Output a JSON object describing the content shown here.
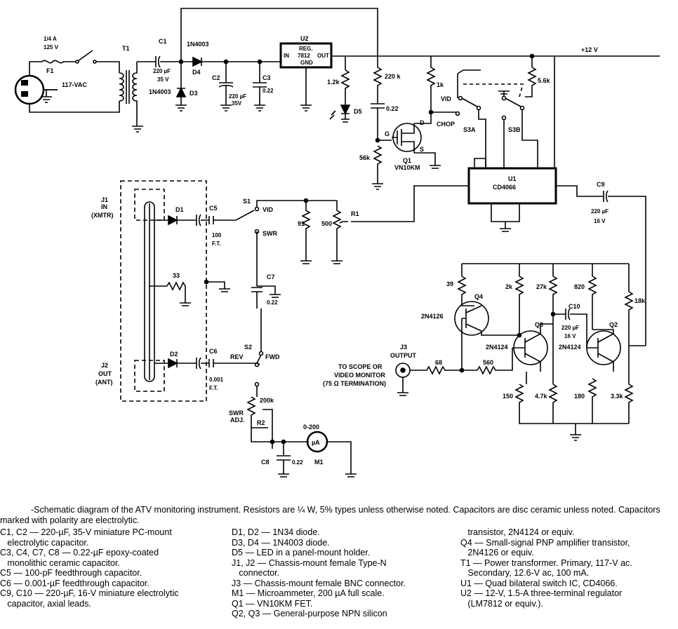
{
  "labels": {
    "fuse_rating1": "1/4 A",
    "fuse_rating2": "125 V",
    "fuse": "F1",
    "mains": "117-VAC",
    "transformer": "T1",
    "c1": "C1",
    "c1_val": "220 µF",
    "c1_v": "35 V",
    "d4_part": "1N4003",
    "d4": "D4",
    "d3_part": "1N4003",
    "d3": "D3",
    "c2": "C2",
    "c2_val": "220 µF",
    "c2_v": "35V",
    "c3": "C3",
    "c3_val": "0.22",
    "u2": "U2",
    "u2_reg": "REG.",
    "u2_in": "IN",
    "u2_part": "7812",
    "u2_out": "OUT",
    "u2_gnd": "GND",
    "r_1k2": "1.2k",
    "d5": "D5",
    "r_220k": "220 k",
    "c_022": "0.22",
    "r_56k": "56k",
    "g": "G",
    "d": "D",
    "s": "S",
    "q1": "Q1",
    "q1_part": "VN10KM",
    "r_1k": "1k",
    "vid": "VID",
    "chop": "CHOP",
    "s3a": "S3A",
    "s3b": "S3B",
    "r_5k6": "5.6k",
    "plus12": "+12 V",
    "u1": "U1",
    "u1_part": "CD4066",
    "c9": "C9",
    "c9_val": "220 µF",
    "c9_v": "16 V",
    "j1": "J1",
    "j1_in": "IN",
    "j1_x": "(XMTR)",
    "d1": "D1",
    "c5": "C5",
    "c5_val": "100",
    "c5_ft": "F.T.",
    "s1": "S1",
    "vid2": "VID",
    "swr": "SWR",
    "r_91": "91",
    "r_500": "500",
    "r1": "R1",
    "r_33": "33",
    "c7": "C7",
    "c7_val": "0.22",
    "d2": "D2",
    "c6": "C6",
    "c6_val": "0.001",
    "c6_ft": "F.T.",
    "rev": "REV",
    "s2": "S2",
    "fwd": "FWD",
    "j2": "J2",
    "j2_out": "OUT",
    "j2_ant": "(ANT)",
    "r_200k": "200k",
    "swr_adj1": "SWR",
    "swr_adj2": "ADJ.",
    "r2": "R2",
    "m_range": "0-200",
    "m_ua": "µA",
    "m1": "M1",
    "c8": "C8",
    "c8_val": "0.22",
    "r_39": "39",
    "q4": "Q4",
    "q4_part": "2N4126",
    "r_2k": "2k",
    "r_27k": "27k",
    "r_820": "820",
    "r_18k": "18k",
    "c10": "C10",
    "c10_val": "220 µF",
    "c10_v": "16 V",
    "q3": "Q3",
    "q3_part": "2N4124",
    "q2": "Q2",
    "q2_part": "2N4124",
    "j3": "J3",
    "j3_out": "OUTPUT",
    "scope1": "TO SCOPE OR",
    "scope2": "VIDEO MONITOR",
    "scope3": "(75 Ω TERMINATION)",
    "r_68": "68",
    "r_560": "560",
    "r_150": "150",
    "r_4k7": "4.7k",
    "r_180": "180",
    "r_3k3": "3.3k"
  },
  "caption": "-Schematic diagram of the ATV monitoring instrument. Resistors are ¼ W, 5% types unless otherwise noted. Capacitors are disc ceramic unless noted. Capacitors marked with polarity are electrolytic.",
  "parts_col1": [
    "C1, C2 — 220-µF, 35-V miniature PC-mount",
    "   electrolytic capacitor.",
    "C3, C4, C7, C8 — 0.22-µF epoxy-coated",
    "   monolithic ceramic capacitor.",
    "C5 — 100-pF feedthrough capacitor.",
    "C6 — 0.001-µF feedthrough capacitor.",
    "C9, C10 — 220-µF, 16-V miniature electrolytic",
    "   capacitor, axial leads."
  ],
  "parts_col2": [
    "D1, D2 — 1N34 diode.",
    "D3, D4 — 1N4003 diode.",
    "D5 — LED in a panel-mount holder.",
    "J1, J2 — Chassis-mount female Type-N",
    "   connector.",
    "J3 — Chassis-mount female BNC connector.",
    "M1 — Microammeter, 200 µA full scale.",
    "Q1 — VN10KM FET.",
    "Q2, Q3 — General-purpose NPN silicon"
  ],
  "parts_col3": [
    "   transistor, 2N4124 or equiv.",
    "Q4 — Small-signal PNP amplifier transistor,",
    "   2N4126 or equiv.",
    "T1 — Power transformer. Primary, 117-V ac.",
    "   Secondary, 12.6-V ac, 100 mA.",
    "U1 — Quad bilateral switch IC, CD4066.",
    "U2 — 12-V, 1.5-A three-terminal regulator",
    "   (LM7812 or equiv.)."
  ]
}
